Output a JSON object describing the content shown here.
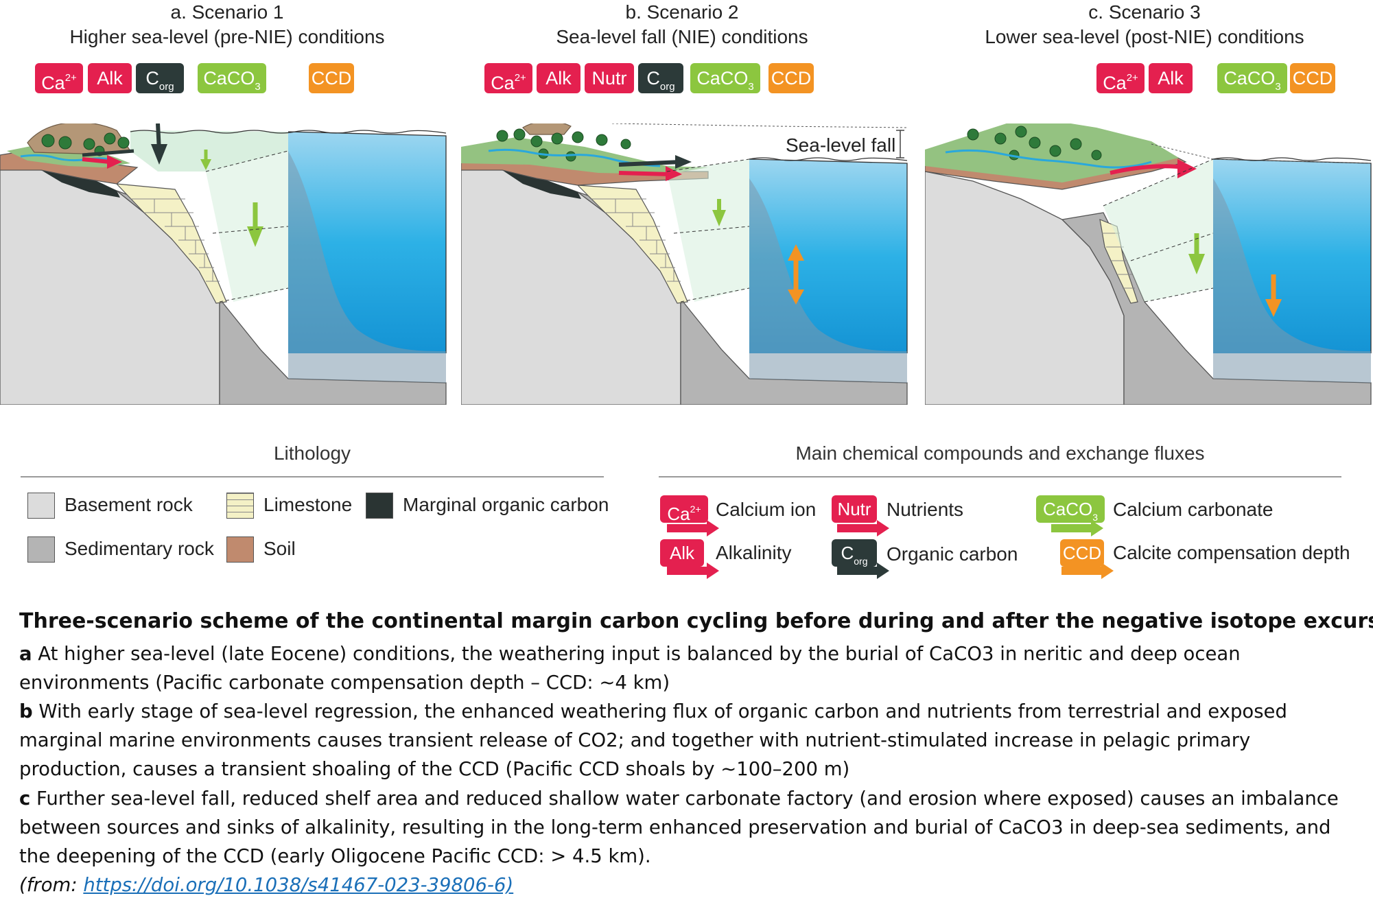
{
  "panels": [
    {
      "title": "a. Scenario 1",
      "subtitle": "Higher sea-level (pre-NIE) conditions",
      "chips": [
        {
          "main": "Ca",
          "sup": "2+",
          "sub": "",
          "color": "red"
        },
        {
          "main": "Alk",
          "sup": "",
          "sub": "",
          "color": "red"
        },
        {
          "main": "C",
          "sup": "",
          "sub": "org",
          "color": "dark"
        },
        {
          "main": "CaCO",
          "sup": "",
          "sub": "3",
          "color": "green"
        },
        {
          "main": "CCD",
          "sup": "",
          "sub": "",
          "color": "orange"
        }
      ]
    },
    {
      "title": "b. Scenario 2",
      "subtitle": "Sea-level fall (NIE) conditions",
      "annotation": "Sea-level fall",
      "chips": [
        {
          "main": "Ca",
          "sup": "2+",
          "sub": "",
          "color": "red"
        },
        {
          "main": "Alk",
          "sup": "",
          "sub": "",
          "color": "red"
        },
        {
          "main": "Nutr",
          "sup": "",
          "sub": "",
          "color": "red"
        },
        {
          "main": "C",
          "sup": "",
          "sub": "org",
          "color": "dark"
        },
        {
          "main": "CaCO",
          "sup": "",
          "sub": "3",
          "color": "green"
        },
        {
          "main": "CCD",
          "sup": "",
          "sub": "",
          "color": "orange"
        }
      ]
    },
    {
      "title": "c. Scenario 3",
      "subtitle": "Lower sea-level (post-NIE) conditions",
      "chips": [
        {
          "main": "Ca",
          "sup": "2+",
          "sub": "",
          "color": "red"
        },
        {
          "main": "Alk",
          "sup": "",
          "sub": "",
          "color": "red"
        },
        {
          "main": "CaCO",
          "sup": "",
          "sub": "3",
          "color": "green"
        },
        {
          "main": "CCD",
          "sup": "",
          "sub": "",
          "color": "orange"
        }
      ]
    }
  ],
  "lithology": {
    "heading": "Lithology",
    "items": [
      {
        "label": "Basement rock",
        "color": "#dcdcdc"
      },
      {
        "label": "Limestone",
        "color": "#f4f1c6"
      },
      {
        "label": "Marginal organic carbon",
        "color": "#2a3433"
      },
      {
        "label": "Sedimentary rock",
        "color": "#b4b4b4"
      },
      {
        "label": "Soil",
        "color": "#c08a6e"
      }
    ]
  },
  "fluxes": {
    "heading": "Main chemical compounds and exchange fluxes",
    "items": [
      {
        "chip_main": "Ca",
        "chip_sup": "2+",
        "chip_sub": "",
        "color": "red",
        "label": "Calcium ion"
      },
      {
        "chip_main": "Nutr",
        "chip_sup": "",
        "chip_sub": "",
        "color": "red",
        "label": "Nutrients"
      },
      {
        "chip_main": "CaCO",
        "chip_sup": "",
        "chip_sub": "3",
        "color": "green",
        "label": "Calcium carbonate"
      },
      {
        "chip_main": "Alk",
        "chip_sup": "",
        "chip_sub": "",
        "color": "red",
        "label": "Alkalinity"
      },
      {
        "chip_main": "C",
        "chip_sup": "",
        "chip_sub": "org",
        "color": "dark",
        "label": "Organic carbon"
      },
      {
        "chip_main": "CCD",
        "chip_sup": "",
        "chip_sub": "",
        "color": "orange",
        "label": "Calcite compensation depth"
      }
    ]
  },
  "colors": {
    "red": "#e4204f",
    "dark": "#2c3a39",
    "green": "#8cc63f",
    "orange": "#f39323",
    "ocean": "#1aa0dc"
  },
  "caption": {
    "title": "Three-scenario scheme of the continental margin carbon cycling before during and after the negative isotope excursion",
    "a_label": "a",
    "a_text": " At higher sea-level (late Eocene) conditions, the weathering input is balanced by the burial of CaCO3 in neritic and deep ocean environments (Pacific carbonate compensation depth – CCD: ~4 km)",
    "b_label": "b",
    "b_text": " With early stage of sea-level regression, the enhanced weathering flux of organic carbon and nutrients from terrestrial and exposed marginal marine environments causes transient release of CO2; and together with nutrient-stimulated increase in pelagic primary production, causes a transient shoaling of the CCD (Pacific CCD shoals by ~100–200 m)",
    "c_label": "c",
    "c_text": " Further sea-level fall, reduced shelf area and reduced shallow water carbonate factory (and erosion where exposed) causes an imbalance between sources and sinks of alkalinity, resulting in the long-term enhanced preservation and burial of CaCO3 in deep-sea sediments, and the deepening of the CCD (early Oligocene Pacific CCD: > 4.5 km).",
    "source_prefix": "(from: ",
    "source_link": "https://doi.org/10.1038/s41467-023-39806-6)"
  }
}
